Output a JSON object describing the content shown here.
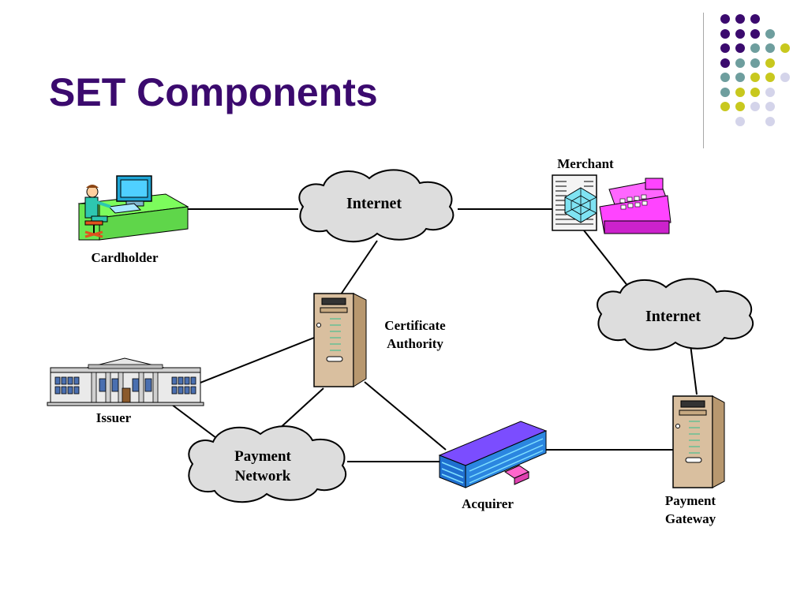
{
  "slide": {
    "title": "SET Components"
  },
  "diagram": {
    "nodes": {
      "cardholder": "Cardholder",
      "merchant": "Merchant",
      "internet_top": "Internet",
      "internet_right": "Internet",
      "certificate_authority_line1": "Certificate",
      "certificate_authority_line2": "Authority",
      "issuer": "Issuer",
      "payment_network_line1": "Payment",
      "payment_network_line2": "Network",
      "acquirer": "Acquirer",
      "payment_gateway_line1": "Payment",
      "payment_gateway_line2": "Gateway"
    }
  },
  "colors": {
    "title": "#3b0a6e",
    "dot_purple": "#3b0a6e",
    "dot_teal": "#6e9e9e",
    "dot_yellow": "#c8c81e",
    "dot_lavender": "#d4d4ea",
    "cloud_fill": "#dddddd",
    "server_fill": "#d9bf9f",
    "acquirer_fill": "#7b4dff",
    "desk_fill": "#7cfc5c",
    "register_fill": "#ff44ff"
  }
}
